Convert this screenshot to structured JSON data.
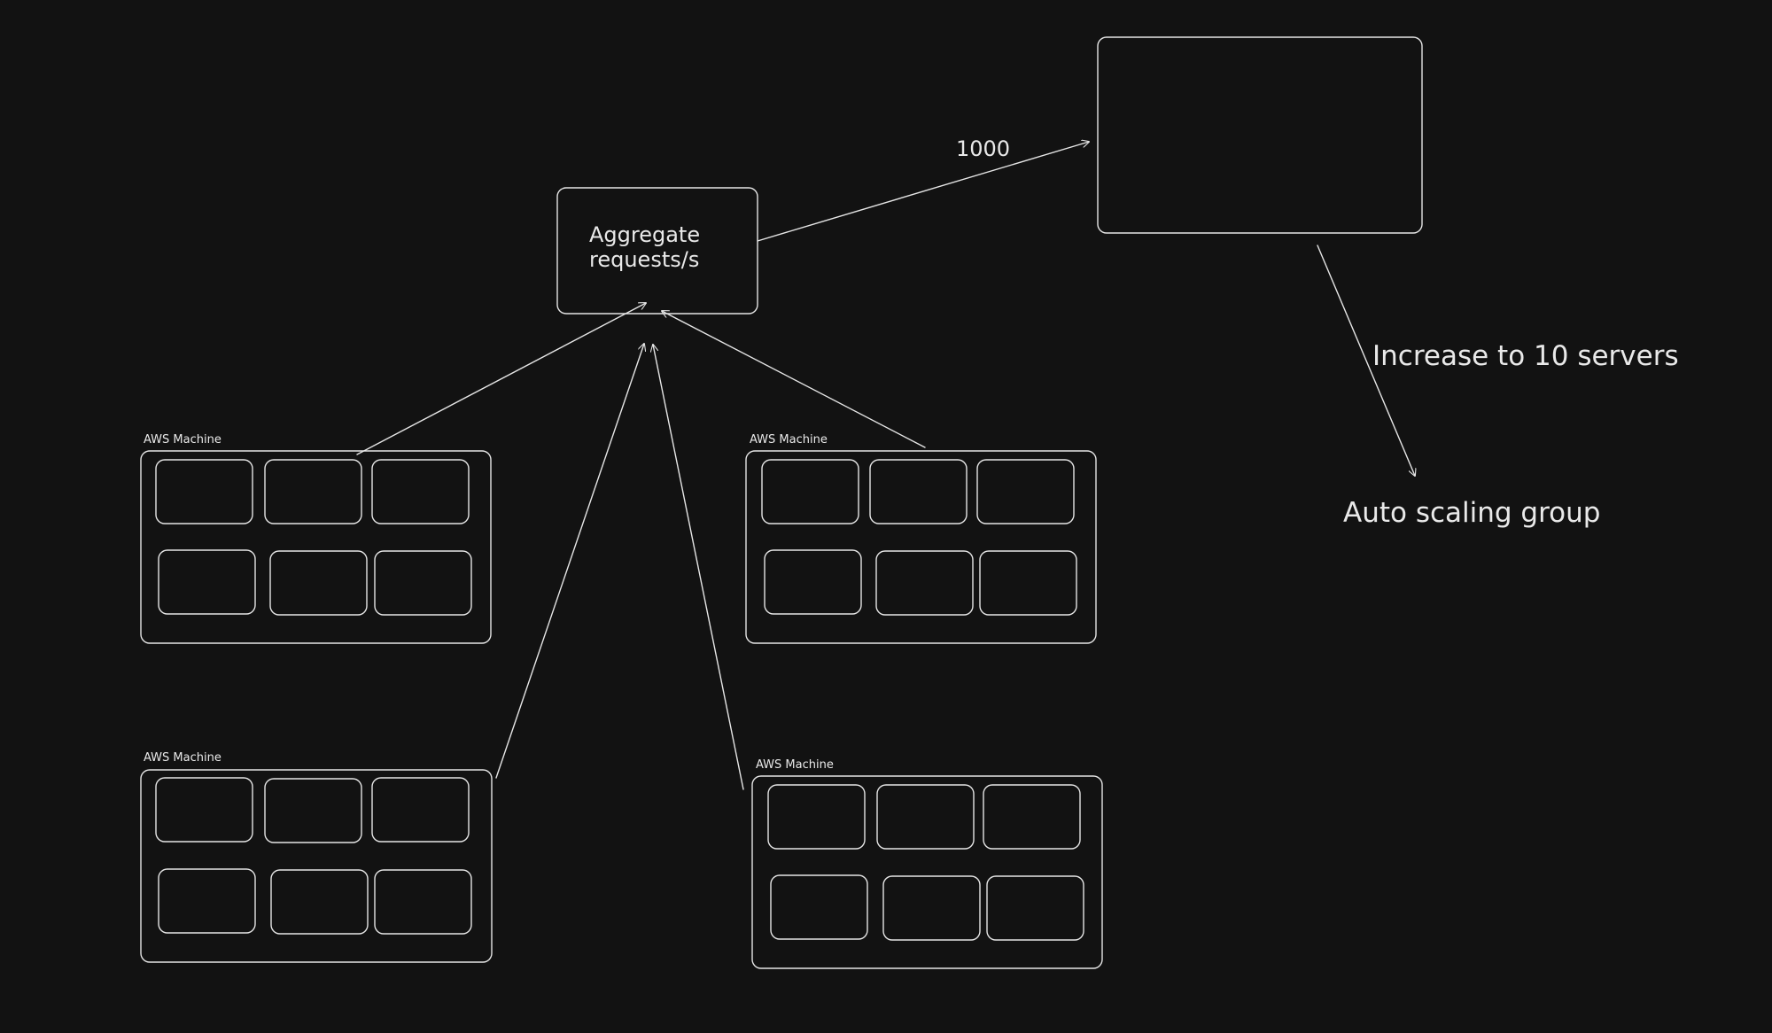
{
  "diagram": {
    "aggregate_box": {
      "line1": "Aggregate",
      "line2": "requests/s"
    },
    "edge_label_1000": "1000",
    "scaling_note": "Increase to 10 servers",
    "asg_label": "Auto scaling group",
    "machines": [
      {
        "label": "AWS Machine"
      },
      {
        "label": "AWS Machine"
      },
      {
        "label": "AWS Machine"
      },
      {
        "label": "AWS Machine"
      }
    ]
  }
}
